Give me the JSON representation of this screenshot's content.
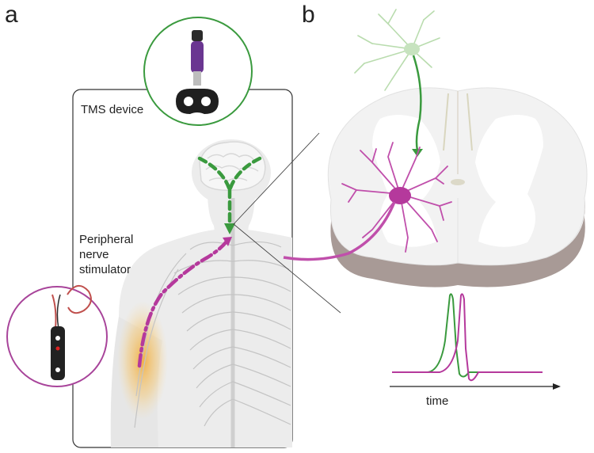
{
  "panels": {
    "a": "a",
    "b": "b"
  },
  "labels": {
    "tms_device": "TMS device",
    "peripheral_line1": "Peripheral",
    "peripheral_line2": "nerve",
    "peripheral_line3": "stimulator",
    "time_axis": "time"
  },
  "colors": {
    "green": "#3a9a3e",
    "light_green": "#c7e3bf",
    "magenta": "#b5399c",
    "light_magenta": "#d98cc8",
    "body_gray": "#ebebeb",
    "cord_white": "#f4f4f4",
    "cord_side": "#a89a96",
    "nerve_gray": "#bdbdbd",
    "orange_glow": "#f3b43a"
  },
  "icons": {
    "tms_coil": "tms-coil-icon",
    "stimulator": "peripheral-stimulator-icon"
  }
}
